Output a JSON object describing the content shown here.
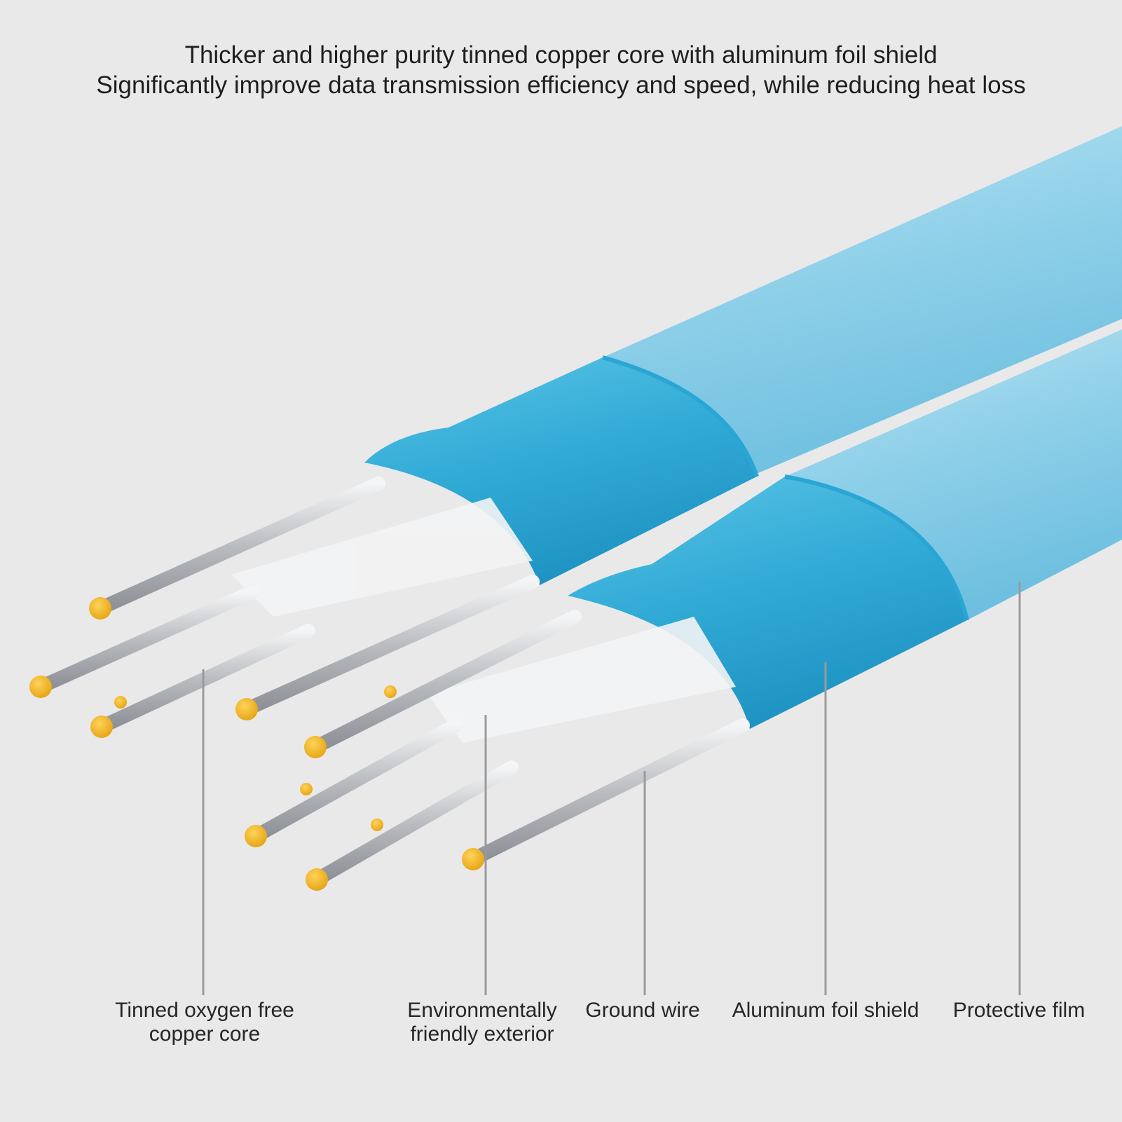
{
  "headline": {
    "line1": "Thicker and higher purity tinned copper core with aluminum foil shield",
    "line2": "Significantly improve data transmission efficiency and speed, while reducing heat loss"
  },
  "callouts": [
    {
      "name": "copper-core",
      "lines": [
        "Tinned oxygen free",
        "copper core"
      ]
    },
    {
      "name": "exterior",
      "lines": [
        "Environmentally",
        "friendly exterior"
      ]
    },
    {
      "name": "ground-wire",
      "lines": [
        "Ground wire"
      ]
    },
    {
      "name": "foil-shield",
      "lines": [
        "Aluminum foil shield"
      ]
    },
    {
      "name": "protective-film",
      "lines": [
        "Protective film"
      ]
    }
  ],
  "colors": {
    "background": "#e9e9ea",
    "foil": "#3fb4dd",
    "film": "#8fd0ea",
    "wire": "#c9cbcf",
    "wire_tip": "#f2b624",
    "leader_line": "#9a9a9a"
  }
}
